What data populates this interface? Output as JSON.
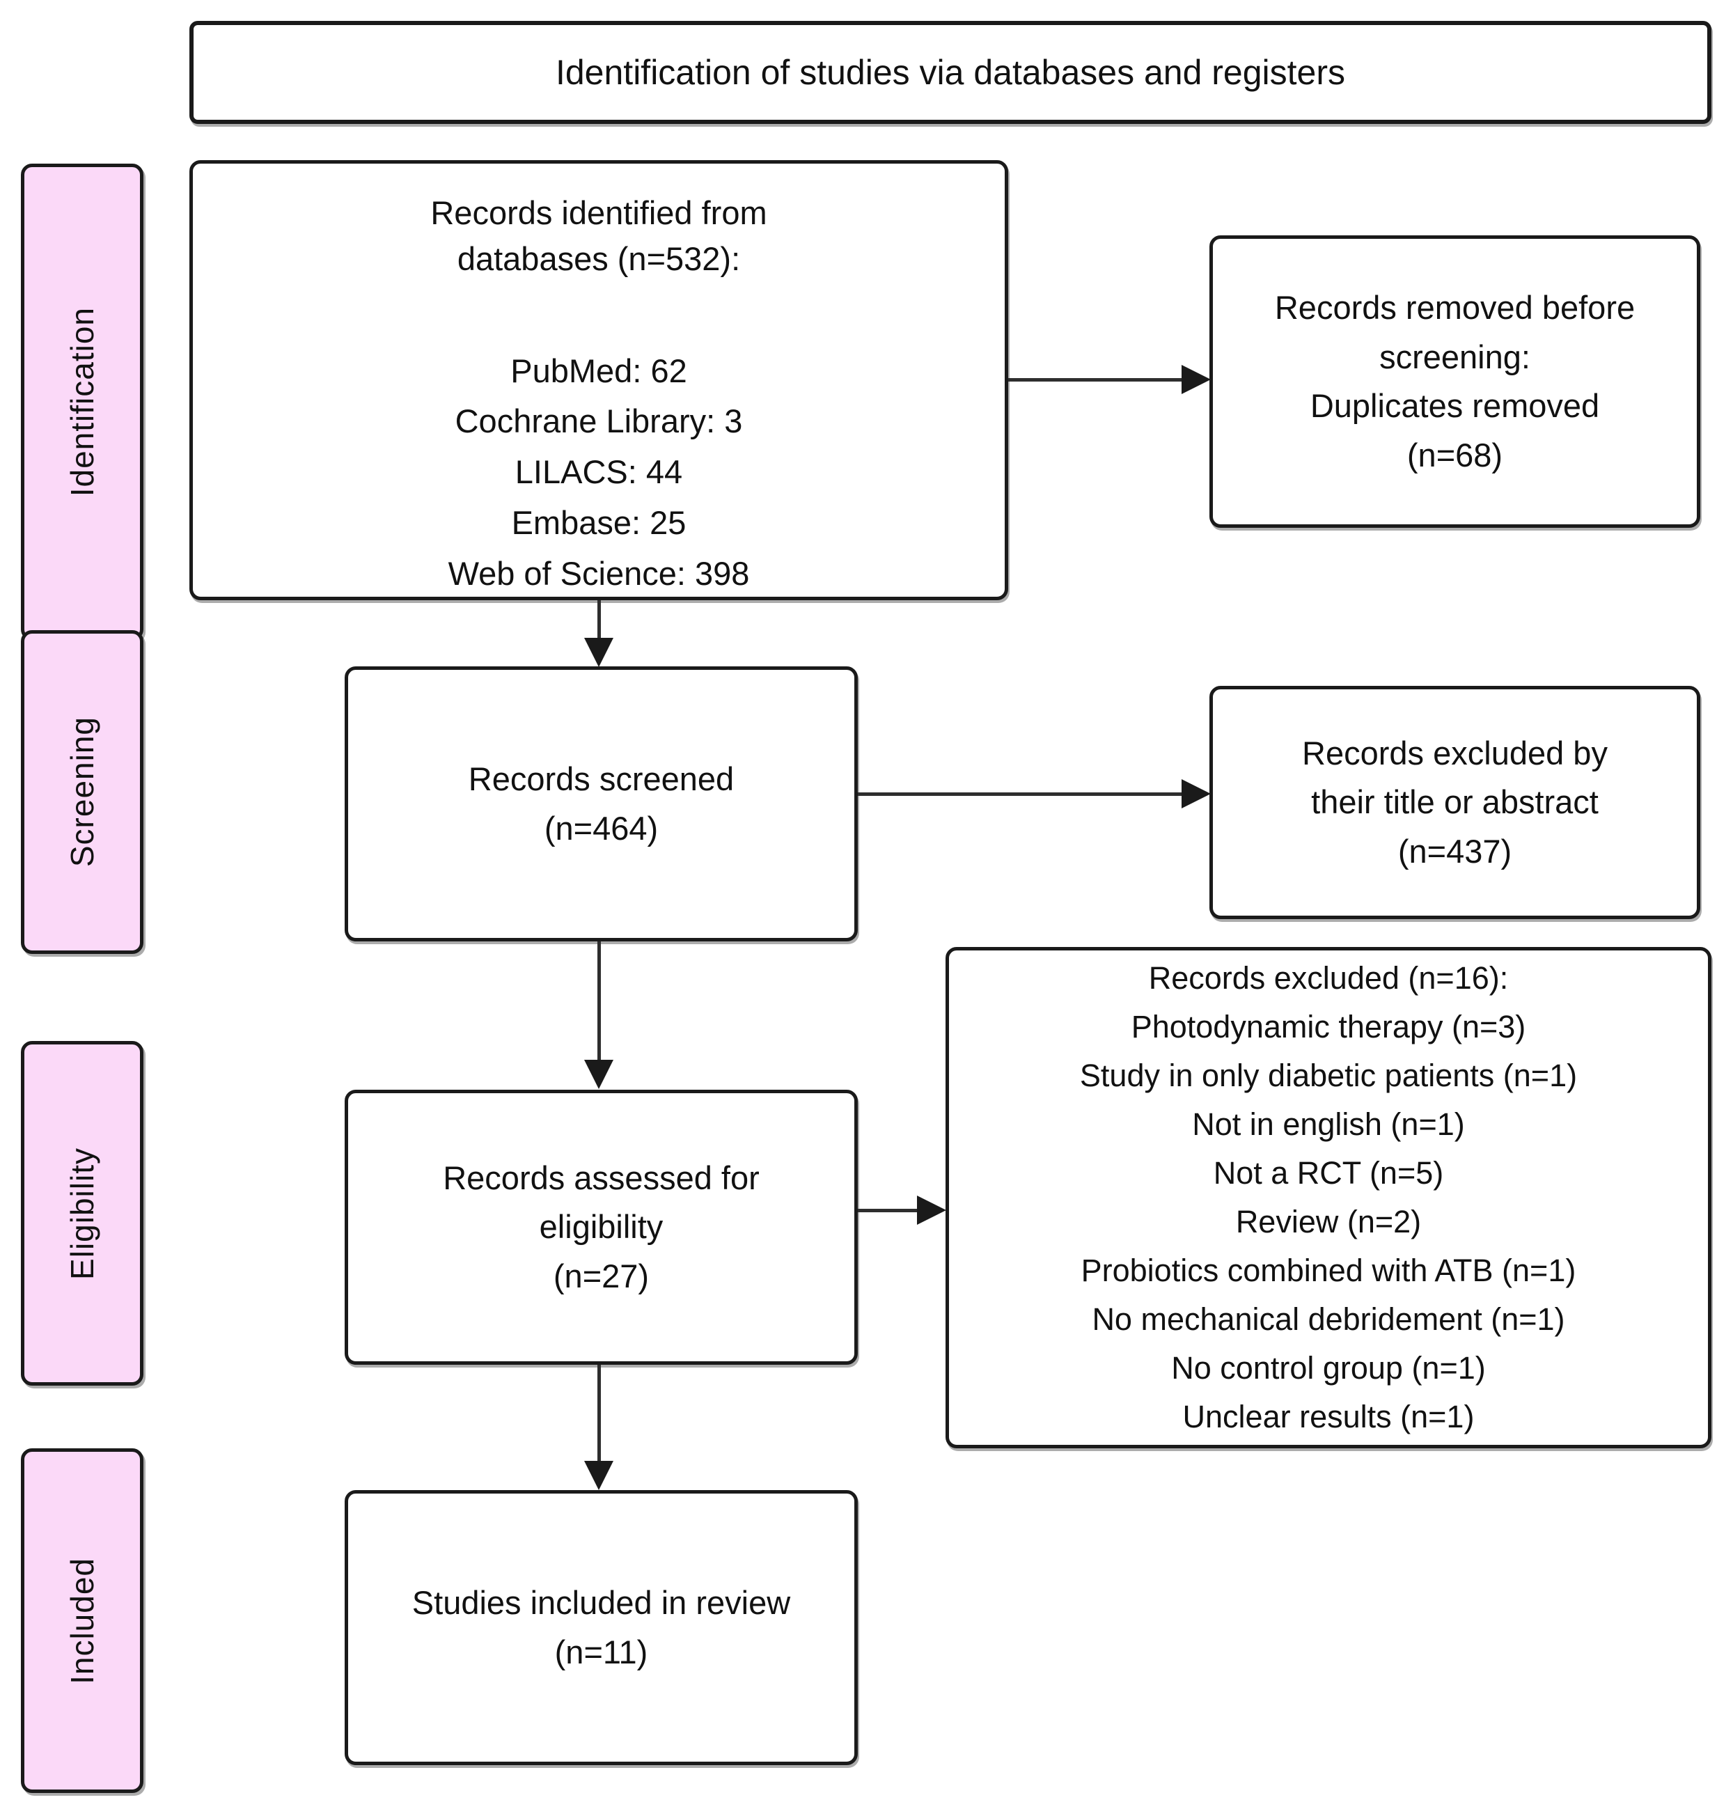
{
  "title_bar": {
    "label": "Identification of studies via databases and registers"
  },
  "sidebar": {
    "items": [
      {
        "label": "Identification"
      },
      {
        "label": "Screening"
      },
      {
        "label": "Eligibility"
      },
      {
        "label": "Included"
      }
    ]
  },
  "flow": {
    "identified": {
      "header_line1": "Records identified from",
      "header_line2": "databases (n=532):",
      "sources": [
        "PubMed: 62",
        "Cochrane Library: 3",
        "LILACS: 44",
        "Embase: 25",
        "Web of Science: 398"
      ]
    },
    "removed": {
      "lines": [
        "Records removed before",
        "screening:",
        "Duplicates removed",
        "(n=68)"
      ]
    },
    "screened": {
      "lines": [
        "Records screened",
        "(n=464)"
      ]
    },
    "excluded_title_abstract": {
      "lines": [
        "Records excluded by",
        "their title or abstract",
        "(n=437)"
      ]
    },
    "assessed": {
      "lines": [
        "Records assessed for",
        "eligibility",
        "(n=27)"
      ]
    },
    "excluded_full": {
      "lines": [
        "Records excluded (n=16):",
        "Photodynamic therapy (n=3)",
        "Study in only diabetic patients (n=1)",
        "Not in english (n=1)",
        "Not a RCT (n=5)",
        "Review (n=2)",
        "Probiotics combined with ATB (n=1)",
        "No mechanical debridement (n=1)",
        "No control group (n=1)",
        "Unclear results (n=1)"
      ]
    },
    "included": {
      "lines": [
        "Studies included in review",
        "(n=11)"
      ]
    }
  },
  "colors": {
    "stage_fill": "#fbd9f8",
    "box_border": "#1a1a1a",
    "arrow": "#2e2e2e",
    "background": "#ffffff"
  }
}
